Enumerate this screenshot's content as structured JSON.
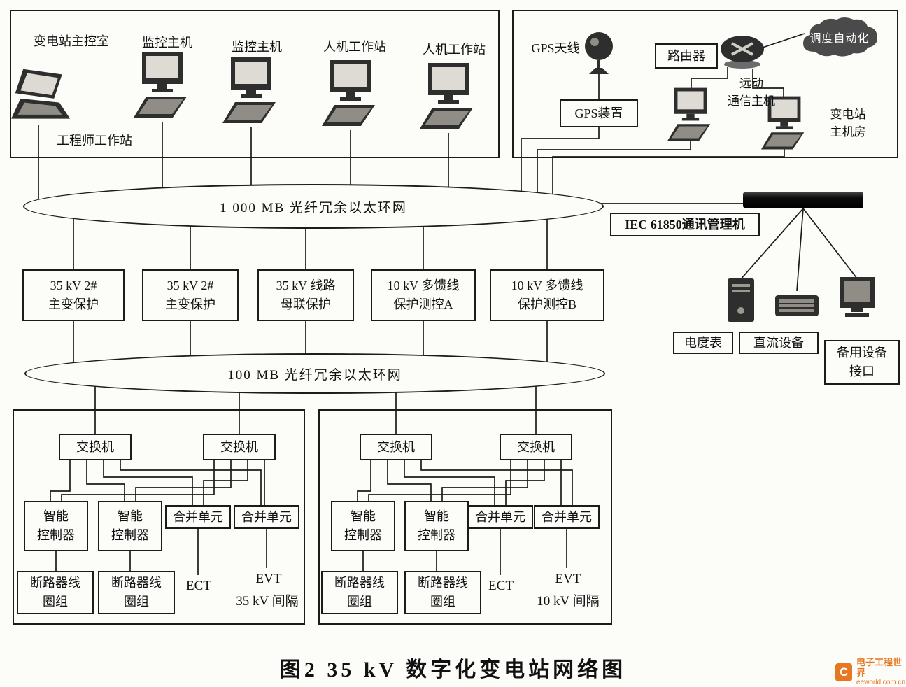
{
  "figure": {
    "caption": "图2  35 kV 数字化变电站网络图"
  },
  "colors": {
    "line": "#1b1b1b",
    "watermark_orange": "#e87722"
  },
  "control_room": {
    "title": "变电站主控室",
    "engineer_workstation": "工程师工作站",
    "monitor_host_1": "监控主机",
    "monitor_host_2": "监控主机",
    "hmi_workstation_1": "人机工作站",
    "hmi_workstation_2": "人机工作站"
  },
  "remote": {
    "gps_antenna": "GPS天线",
    "gps_device": "GPS装置",
    "router": "路由器",
    "dispatch_automation": "调度自动化",
    "remote_comm_host": "远动\n通信主机",
    "host_room": "变电站\n主机房"
  },
  "ring_1000mb": "1 000 MB  光纤冗余以太环网",
  "iec_manager": "IEC 61850通讯管理机",
  "protection": [
    "35 kV 2#\n主变保护",
    "35 kV 2#\n主变保护",
    "35 kV 线路\n母联保护",
    "10 kV 多馈线\n保护测控A",
    "10 kV 多馈线\n保护测控B"
  ],
  "aux": {
    "meter": "电度表",
    "dc_equipment": "直流设备",
    "spare_interface": "备用设备\n接口"
  },
  "ring_100mb": "100 MB 光纤冗余以太环网",
  "bays": [
    {
      "switches": [
        "交换机",
        "交换机"
      ],
      "controllers": [
        "智能\n控制器",
        "智能\n控制器"
      ],
      "merging_units": [
        "合并单元",
        "合并单元"
      ],
      "breaker_coils": [
        "断路器线\n圈组",
        "断路器线\n圈组"
      ],
      "ect": "ECT",
      "evt": "EVT",
      "bay_label": "35 kV 间隔"
    },
    {
      "switches": [
        "交换机",
        "交换机"
      ],
      "controllers": [
        "智能\n控制器",
        "智能\n控制器"
      ],
      "merging_units": [
        "合并单元",
        "合并单元"
      ],
      "breaker_coils": [
        "断路器线\n圈组",
        "断路器线\n圈组"
      ],
      "ect": "ECT",
      "evt": "EVT",
      "bay_label": "10 kV 间隔"
    }
  ],
  "watermark": {
    "logo_letter": "C",
    "brand": "电子工程世界",
    "url": "eeworld.com.cn"
  }
}
